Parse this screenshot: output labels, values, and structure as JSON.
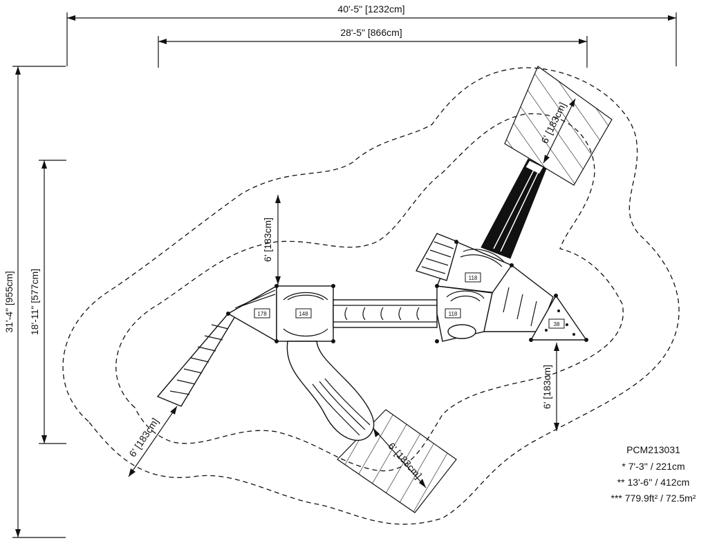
{
  "overall_width_label": "40'-5\" [1232cm]",
  "structure_width_label": "28'-5\" [866cm]",
  "overall_depth_label": "31'-4\" [955cm]",
  "structure_depth_label": "18'-11\" [577cm]",
  "clearance_labels": {
    "top_right_slide": "6' [183cm]",
    "top_center": "6' [183cm]",
    "right_panel": "6' [183cm]",
    "bottom_left_ladder": "6' [183cm]",
    "bottom_slide": "6' [183cm]"
  },
  "deck_tags": {
    "deck_178": "178",
    "deck_148": "148",
    "deck_118_left": "118",
    "deck_118_upper": "118",
    "deck_38": "38"
  },
  "specs": {
    "model": "PCM213031",
    "fall_height": "* 7'-3'' / 221cm",
    "max_height": "** 13'-6'' / 412cm",
    "use_zone_area": "*** 779.9ft² / 72.5m²"
  }
}
